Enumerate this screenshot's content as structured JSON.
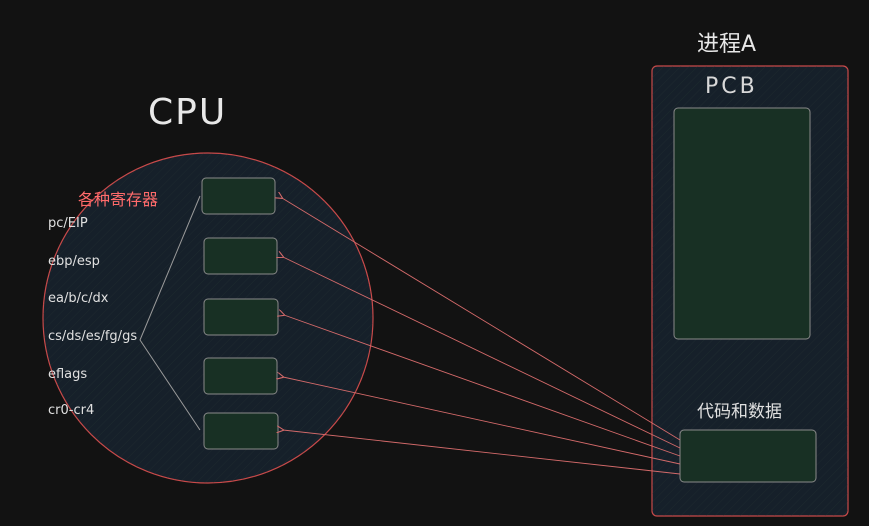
{
  "cpu": {
    "title": "CPU",
    "registers_heading": "各种寄存器",
    "registers": [
      "pc/EIP",
      "ebp/esp",
      "ea/b/c/dx",
      "cs/ds/es/fg/gs",
      "eflags",
      "cr0-cr4"
    ]
  },
  "process": {
    "title": "进程A",
    "pcb_label": "PCB",
    "code_data_label": "代码和数据"
  },
  "colors": {
    "background": "#121212",
    "cpu_circle_stroke": "#c94a4a",
    "register_box_fill": "#173025",
    "arrow": "#d46a6a",
    "heading_red": "#ff6b6b"
  }
}
